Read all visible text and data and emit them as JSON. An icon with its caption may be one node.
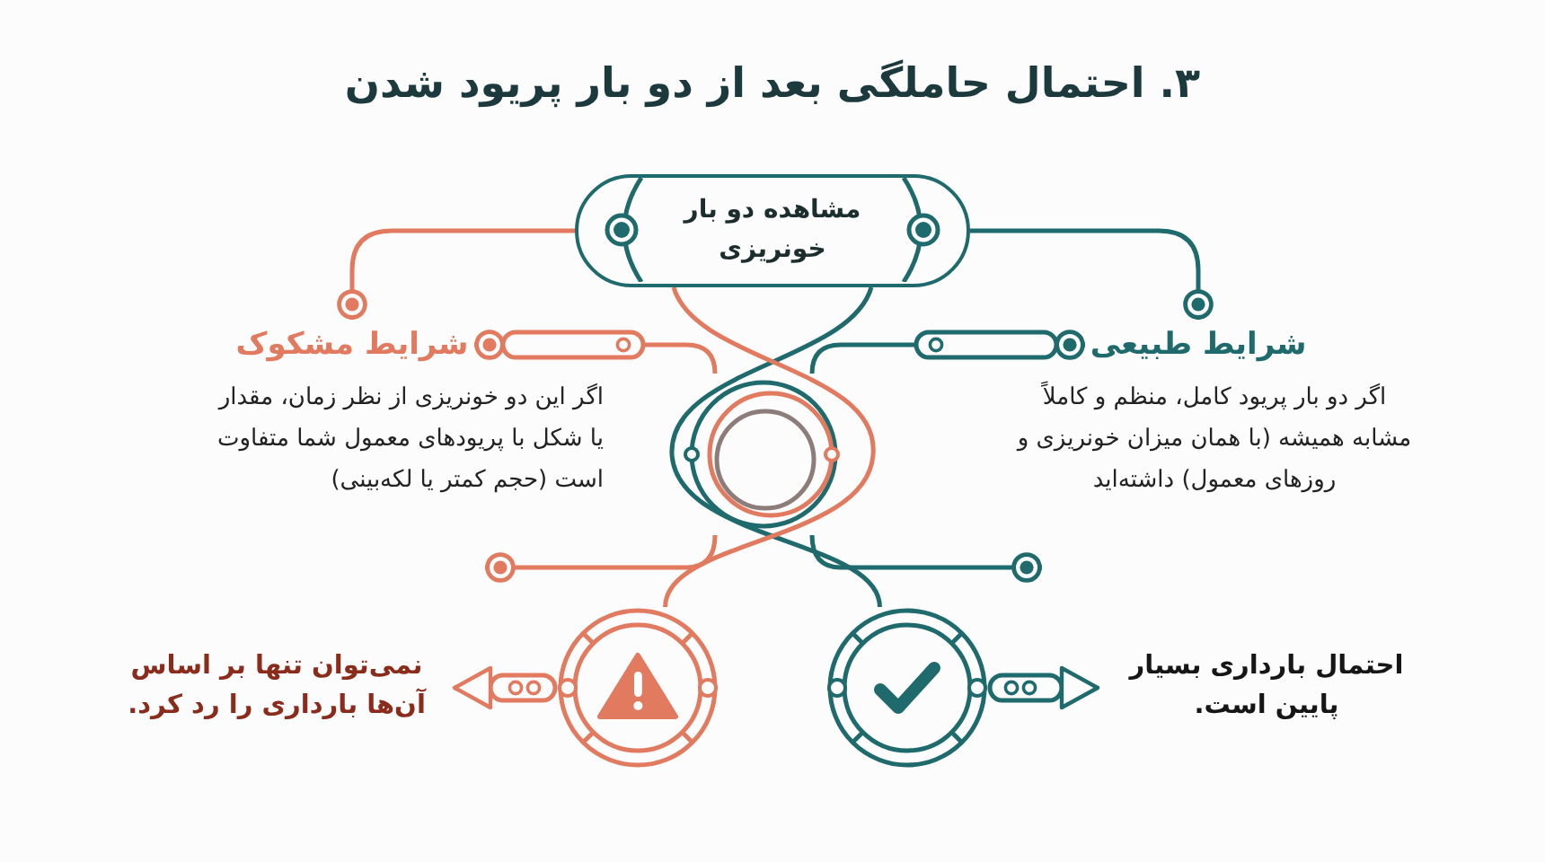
{
  "diagram": {
    "title": "۳. احتمال حاملگی بعد از دو بار پریود شدن",
    "nodes": [
      {
        "text": [
          "مشاهده دو بار خونریزی"
        ]
      },
      {
        "text": [
          "شرایط طبیعی"
        ],
        "beside": [
          "اگر دو بار پریود کامل، منظم و کاملاً مشابه همیشه (با همان میزان خونریزی و روزهای معمول) داشته‌اید"
        ]
      },
      {
        "text": [
          "شرایط مشکوک"
        ],
        "beside": [
          "اگر این دو خونریزی از نظر زمان، مقدار یا شکل با پریودهای معمول شما متفاوت است (حجم کمتر یا لکه‌بینی)"
        ]
      },
      {
        "text": [],
        "shape": "circle"
      },
      {
        "text": [
          "احتمال بارداری بسیار پایین است."
        ]
      },
      {
        "text": [],
        "shape": "circle"
      },
      {
        "text": [],
        "shape": "circle"
      },
      {
        "text": [
          "نمی‌توان تنها بر اساس آن‌ها بارداری را رد کرد."
        ]
      }
    ],
    "edges": [
      {
        "from": 0,
        "to": 1,
        "arrow": "other",
        "color": "#1f6a6c"
      },
      {
        "from": 0,
        "to": 2,
        "arrow": "other",
        "color": "#e27a60"
      },
      {
        "from": 3,
        "to": 1,
        "arrow": "other",
        "color": "#1f6a6c"
      },
      {
        "from": 3,
        "to": 2,
        "arrow": "other",
        "color": "#e27a60"
      },
      {
        "from": 0,
        "to": 5,
        "arrow": "none",
        "color": "#1f6a6c"
      },
      {
        "from": 0,
        "to": 6,
        "arrow": "none",
        "color": "#e27a60"
      },
      {
        "from": 5,
        "to": 4,
        "arrow": "to",
        "color": "#1f6a6c"
      },
      {
        "from": 6,
        "to": 7,
        "arrow": "to",
        "color": "#e27a60"
      },
      {
        "from": 3,
        "to": null,
        "arrow": "other",
        "color": "#1f6a6c"
      },
      {
        "from": 3,
        "to": null,
        "arrow": "other",
        "color": "#e27a60"
      }
    ]
  }
}
